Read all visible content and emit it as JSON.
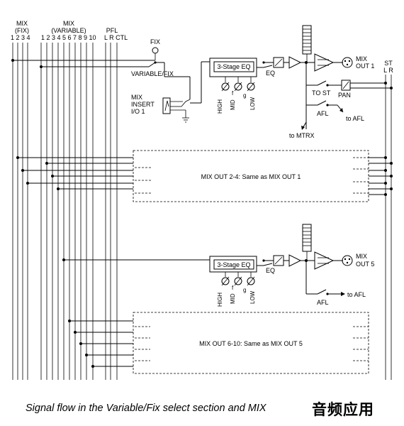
{
  "labels": {
    "mix_fix": "MIX",
    "mix_fix_sub": "(FIX)",
    "mix_fix_nums": "1 2 3 4",
    "mix_var": "MIX",
    "mix_var_sub": "(VARIABLE)",
    "mix_var_nums": "1 2 3 4 5 6 7 8 9 10",
    "pfl": "PFL",
    "pfl_sub": "L R CTL",
    "st": "ST",
    "st_sub": "L R",
    "fix": "FIX",
    "variable_fix": "VARIABLE/FIX",
    "mix_insert_1": "MIX",
    "mix_insert_2": "INSERT",
    "mix_insert_3": "I/O  1",
    "eq": "3-Stage EQ",
    "eq_sw": "EQ",
    "high": "HIGH",
    "mid": "MID",
    "low": "LOW",
    "f": "f",
    "g": "g",
    "mix_out1_a": "MIX",
    "mix_out1_b": "OUT 1",
    "to_st": "TO ST",
    "pan": "PAN",
    "afl": "AFL",
    "to_afl": "to AFL",
    "to_mtrx": "to MTRX",
    "block1": "MIX OUT 2-4: Same as MIX OUT 1",
    "mix_out5_a": "MIX",
    "mix_out5_b": "OUT 5",
    "block2": "MIX OUT 6-10: Same as MIX OUT 5"
  },
  "caption": "Signal flow in the Variable/Fix select section and MIX",
  "watermark": "音频应用"
}
